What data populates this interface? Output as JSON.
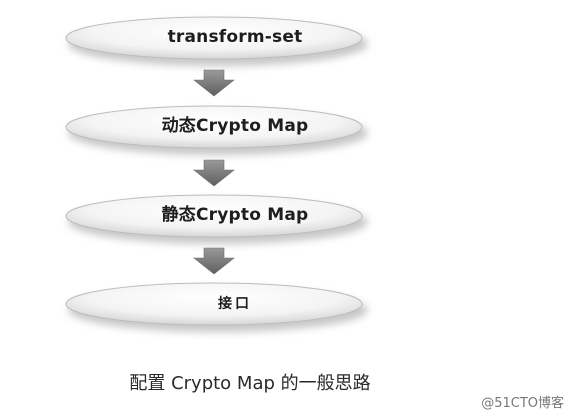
{
  "diagram": {
    "steps": [
      {
        "label": "transform-set"
      },
      {
        "label": "动态Crypto Map"
      },
      {
        "label": "静态Crypto Map"
      },
      {
        "label": "接口"
      }
    ],
    "caption": "配置 Crypto  Map 的一般思路",
    "watermark": "@51CTO博客"
  }
}
